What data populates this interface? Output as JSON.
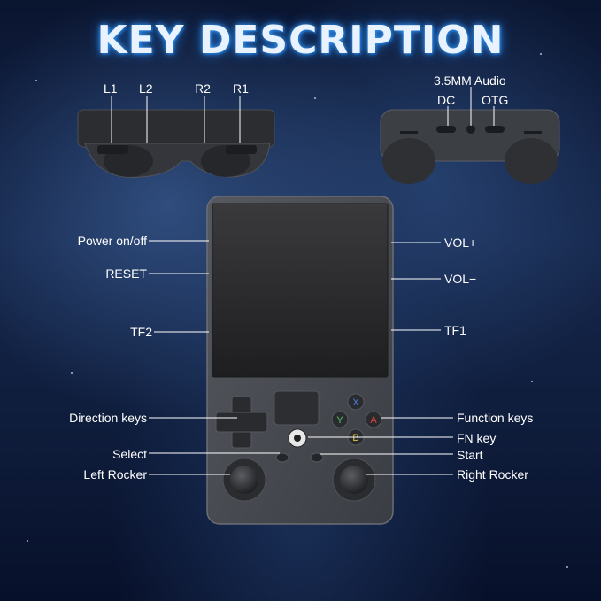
{
  "title": "KEY DESCRIPTION",
  "top_left_labels": [
    "L1",
    "L2",
    "R2",
    "R1"
  ],
  "top_right_labels": {
    "audio": "3.5MM Audio",
    "dc": "DC",
    "otg": "OTG"
  },
  "left_labels": {
    "power": "Power on/off",
    "reset": "RESET",
    "tf2": "TF2",
    "direction": "Direction keys",
    "select": "Select",
    "left_rocker": "Left Rocker"
  },
  "right_labels": {
    "vol_up": "VOL+",
    "vol_down": "VOL−",
    "tf1": "TF1",
    "function": "Function keys",
    "fn": "FN key",
    "start": "Start",
    "right_rocker": "Right Rocker"
  },
  "face_buttons": {
    "x": "X",
    "y": "Y",
    "a": "A",
    "b": "B"
  },
  "colors": {
    "x": "#4a7fd6",
    "y": "#5fc26a",
    "a": "#e0443a",
    "b": "#e6c840",
    "title_glow": "#3aa0ff"
  }
}
